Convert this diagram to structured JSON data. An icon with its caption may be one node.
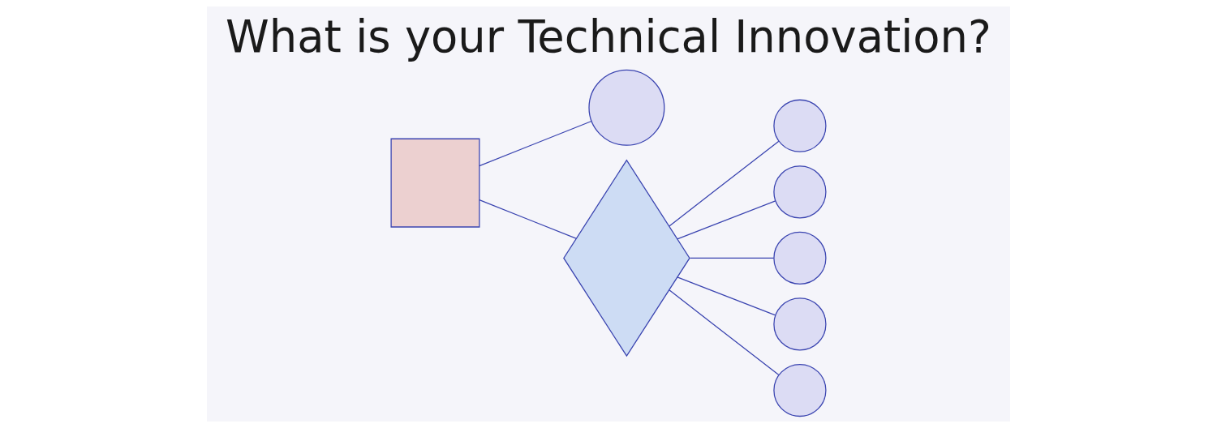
{
  "diagram": {
    "title": "What is your Technical Innovation?",
    "nodes": [
      {
        "text": [],
        "shape": "box"
      },
      {
        "text": [],
        "shape": "circle"
      },
      {
        "text": [],
        "shape": "diamond"
      },
      {
        "text": [],
        "shape": "circle"
      },
      {
        "text": [],
        "shape": "circle"
      },
      {
        "text": [],
        "shape": "circle"
      },
      {
        "text": [],
        "shape": "circle"
      },
      {
        "text": [],
        "shape": "circle"
      }
    ],
    "edges": [
      {
        "from": 0,
        "to": 2,
        "arrow": "none"
      },
      {
        "from": 0,
        "to": 1,
        "arrow": "none"
      },
      {
        "from": 2,
        "to": 3,
        "arrow": "none"
      },
      {
        "from": 2,
        "to": 4,
        "arrow": "none"
      },
      {
        "from": 2,
        "to": 5,
        "arrow": "none"
      },
      {
        "from": 2,
        "to": 6,
        "arrow": "none"
      },
      {
        "from": 2,
        "to": 7,
        "arrow": "none"
      }
    ]
  }
}
